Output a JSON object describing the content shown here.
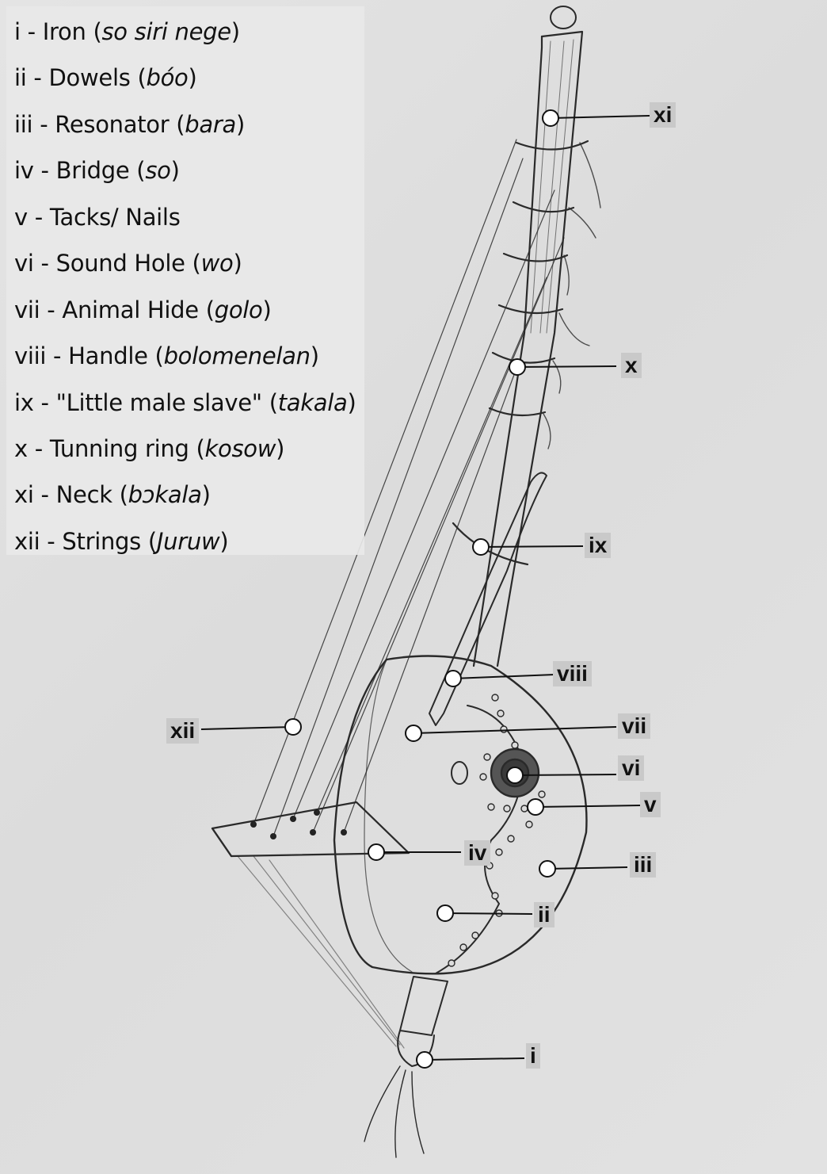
{
  "legend": [
    {
      "numeral": "i",
      "part": "Iron",
      "term": "so siri nege"
    },
    {
      "numeral": "ii",
      "part": "Dowels",
      "term": "bóo"
    },
    {
      "numeral": "iii",
      "part": "Resonator",
      "term": "bara"
    },
    {
      "numeral": "iv",
      "part": "Bridge",
      "term": "so"
    },
    {
      "numeral": "v",
      "part": "Tacks/ Nails",
      "term": ""
    },
    {
      "numeral": "vi",
      "part": "Sound Hole",
      "term": "wo"
    },
    {
      "numeral": "vii",
      "part": "Animal Hide",
      "term": "golo"
    },
    {
      "numeral": "viii",
      "part": "Handle",
      "term": "bolomenelan"
    },
    {
      "numeral": "ix",
      "part": "\"Little male slave\"",
      "term": "takala"
    },
    {
      "numeral": "x",
      "part": "Tunning ring",
      "term": "kosow"
    },
    {
      "numeral": "xi",
      "part": "Neck",
      "term": "bɔkala"
    },
    {
      "numeral": "xii",
      "part": "Strings",
      "term": "Juruw"
    }
  ],
  "callouts": [
    "xi",
    "x",
    "ix",
    "viii",
    "vii",
    "vi",
    "v",
    "iv",
    "iii",
    "ii",
    "i",
    "xii"
  ],
  "colors": {
    "background": "#dfdfdf",
    "pencil": "#2a2a2a",
    "tag": "#c9c9c9"
  }
}
